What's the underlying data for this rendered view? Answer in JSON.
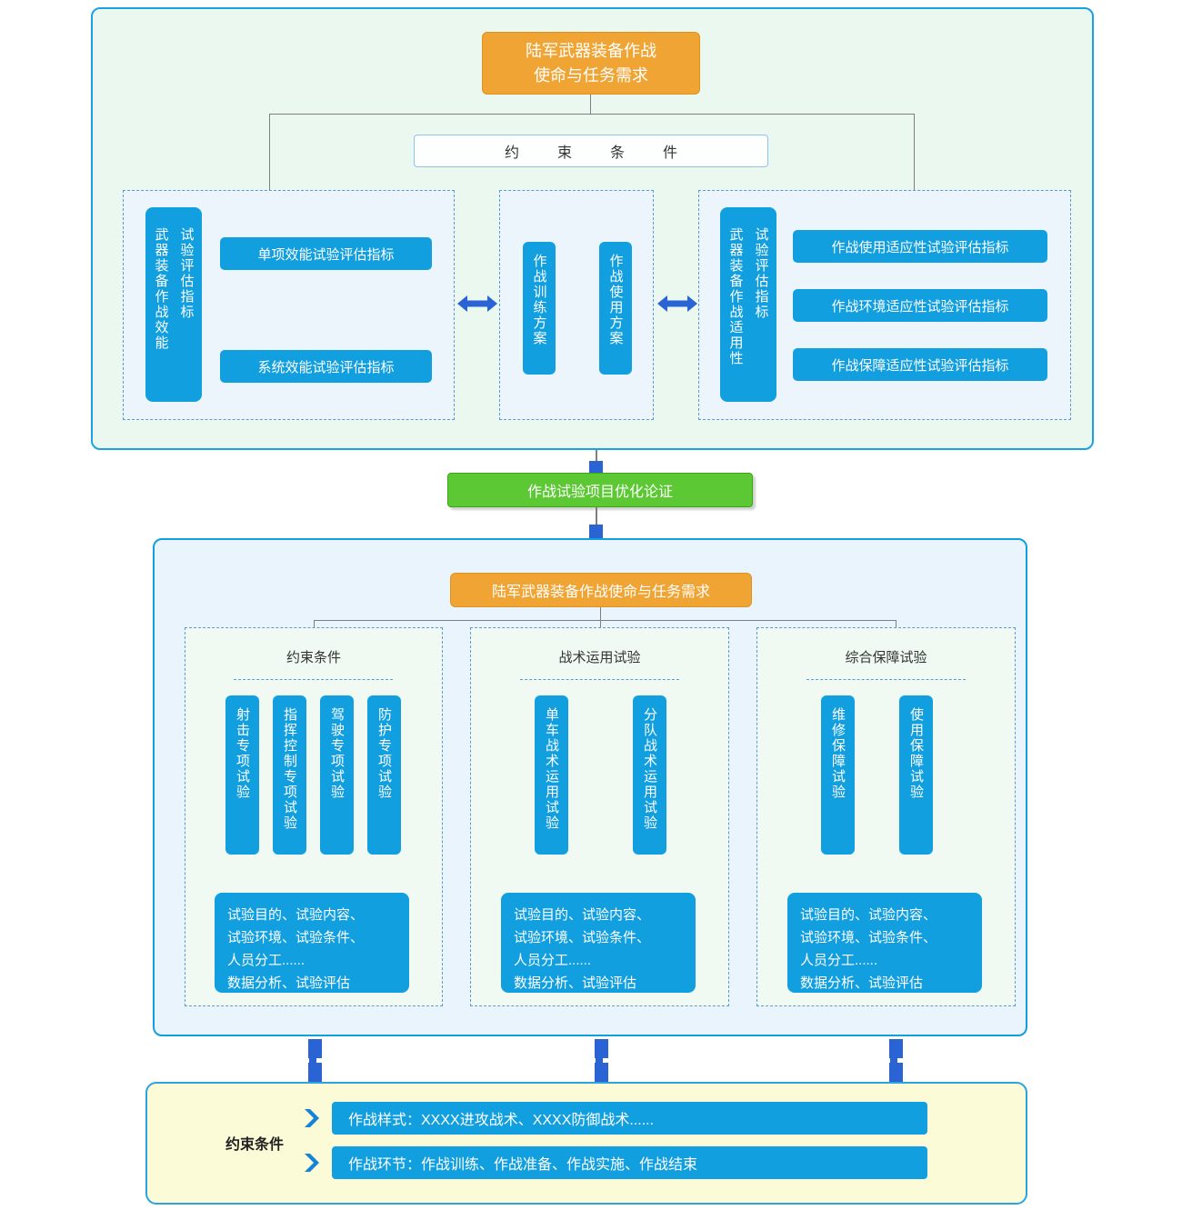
{
  "colors": {
    "accent_blue": "#129FE0",
    "accent_orange": "#F0A433",
    "accent_green": "#5CC934",
    "connector_blue": "#2A63D4",
    "section1_bg": "#EAF8EF",
    "section2_bg": "#E9F4FC",
    "bottom_bg": "#FBFBD8"
  },
  "section1": {
    "title_line1": "陆军武器装备作战",
    "title_line2": "使命与任务需求",
    "constraint_label": "约束条件",
    "left_panel": {
      "title_col1": "武器装备作战效能",
      "title_col2": "试验评估指标",
      "items": [
        "单项效能试验评估指标",
        "系统效能试验评估指标"
      ]
    },
    "middle_panel": {
      "items": [
        "作战训练方案",
        "作战使用方案"
      ]
    },
    "right_panel": {
      "title_col1": "武器装备作战适用性",
      "title_col2": "试验评估指标",
      "items": [
        "作战使用适应性试验评估指标",
        "作战环境适应性试验评估指标",
        "作战保障适应性试验评估指标"
      ]
    }
  },
  "optimization_box": {
    "label": "作战试验项目优化论证"
  },
  "section2": {
    "title": "陆军武器装备作战使命与任务需求",
    "panels": [
      {
        "header": "约束条件",
        "boxes": [
          "射击专项试验",
          "指挥控制专项试验",
          "驾驶专项试验",
          "防护专项试验"
        ],
        "info_lines": [
          "试验目的、试验内容、",
          "试验环境、试验条件、",
          "人员分工......",
          "数据分析、试验评估"
        ]
      },
      {
        "header": "战术运用试验",
        "boxes": [
          "单车战术运用试验",
          "分队战术运用试验"
        ],
        "info_lines": [
          "试验目的、试验内容、",
          "试验环境、试验条件、",
          "人员分工......",
          "数据分析、试验评估"
        ]
      },
      {
        "header": "综合保障试验",
        "boxes": [
          "维修保障试验",
          "使用保障试验"
        ],
        "info_lines": [
          "试验目的、试验内容、",
          "试验环境、试验条件、",
          "人员分工......",
          "数据分析、试验评估"
        ]
      }
    ]
  },
  "bottom_panel": {
    "label": "约束条件",
    "rows": [
      "作战样式：XXXX进攻战术、XXXX防御战术......",
      "作战环节：作战训练、作战准备、作战实施、作战结束"
    ]
  }
}
